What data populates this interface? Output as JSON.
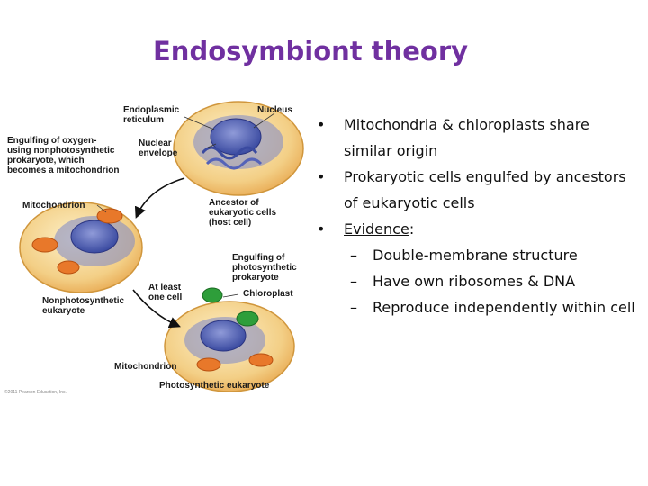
{
  "title": "Endosymbiont theory",
  "diagram": {
    "labels": {
      "er": [
        "Endoplasmic",
        "reticulum"
      ],
      "nucleus": "Nucleus",
      "engulf_oxygen": [
        "Engulfing of oxygen-",
        "using nonphotosynthetic",
        "prokaryote, which",
        "becomes a mitochondrion"
      ],
      "nuclear_env": [
        "Nuclear",
        "envelope"
      ],
      "ancestor": [
        "Ancestor of",
        "eukaryotic cells",
        "(host cell)"
      ],
      "mito1": "Mitochondrion",
      "engulf_photo": [
        "Engulfing of",
        "photosynthetic",
        "prokaryote"
      ],
      "at_least": [
        "At least",
        "one cell"
      ],
      "chloroplast": "Chloroplast",
      "nonphoto": [
        "Nonphotosynthetic",
        "eukaryote"
      ],
      "mito2": "Mitochondrion",
      "photo_euk": "Photosynthetic eukaryote",
      "copyright": "©2011 Pearson Education, Inc."
    }
  },
  "bullets": [
    {
      "line1": "Mitochondria & chloroplasts share",
      "line2": "similar origin"
    },
    {
      "line1": "Prokaryotic cells engulfed by ancestors",
      "line2": "of eukaryotic cells"
    }
  ],
  "evidence": {
    "label": "Evidence",
    "colon": ":"
  },
  "sub_bullets": [
    "Double-membrane structure",
    "Have own ribosomes & DNA",
    "Reproduce independently within cell"
  ],
  "colors": {
    "title": "#7030a0",
    "cell": "#f0c878",
    "nucleus": "#3a4aa0",
    "mito": "#e8782a",
    "chloro": "#2e9e3a"
  }
}
